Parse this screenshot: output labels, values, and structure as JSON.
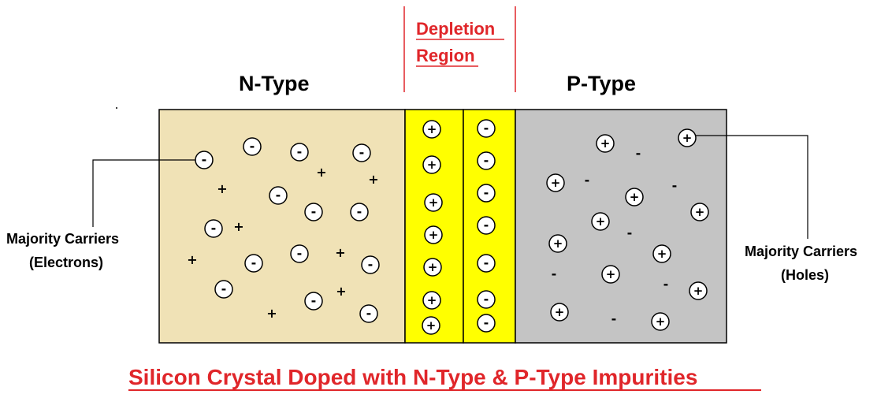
{
  "labels": {
    "n_type": "N-Type",
    "p_type": "P-Type",
    "depletion_line1": "Depletion",
    "depletion_line2": "Region",
    "left_carrier_line1": "Majority  Carriers",
    "left_carrier_line2": "(Electrons)",
    "right_carrier_line1": "Majority Carriers",
    "right_carrier_line2": "(Holes)",
    "caption": "Silicon Crystal Doped with N-Type & P-Type Impurities"
  },
  "symbols": {
    "electron": "-",
    "hole": "+"
  },
  "colors": {
    "n_region": "#f0e2b6",
    "depletion": "#ffff00",
    "p_region": "#c4c4c4",
    "accent_red": "#e0262a",
    "outline": "#000000"
  }
}
